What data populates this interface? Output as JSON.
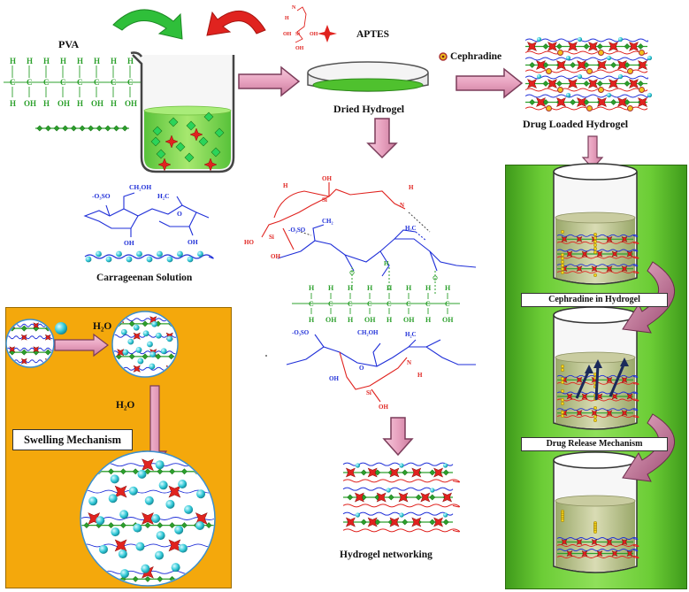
{
  "labels": {
    "pva": "PVA",
    "aptes": "APTES",
    "cephradine": "Cephradine",
    "dried_hydrogel": "Dried Hydrogel",
    "drug_loaded_hydrogel": "Drug Loaded Hydrogel",
    "carrageenan_solution": "Carrageenan Solution",
    "swelling_mechanism": "Swelling Mechanism",
    "h2o_top": "H₂O",
    "h2o_side": "H₂O",
    "cephradine_in_hydrogel": "Cephradine in Hydrogel",
    "drug_release_mechanism": "Drug Release Mechanism",
    "hydrogel_networking": "Hydrogel networking"
  },
  "pva_chain": {
    "top_atoms": [
      "H",
      "H",
      "H",
      "H",
      "H",
      "H",
      "H",
      "H"
    ],
    "carbons": [
      "C",
      "C",
      "C",
      "C",
      "C",
      "C",
      "C",
      "C"
    ],
    "bottom_atoms": [
      "H",
      "OH",
      "H",
      "OH",
      "H",
      "OH",
      "H",
      "OH"
    ]
  },
  "carrageenan_formula": {
    "oso3": "-O₃SO",
    "ch2oh": "CH₂OH",
    "h2c": "H₂C",
    "o": "O",
    "oh1": "OH",
    "oh2": "OH"
  },
  "crosslink": {
    "si_top": "Si",
    "oh_top": "OH",
    "n_top": "N",
    "h_top": "H",
    "h_n": "H",
    "ho_left": "HO",
    "si_left": "Si",
    "oh_left": "OH",
    "oso3_top": "-O₃SO",
    "ch2_mid": "CH₂",
    "h2c_mid": "H₂C",
    "h_mid": "H",
    "oso3_bot": "-O₃SO",
    "ch2oh_bot": "CH₂OH",
    "h2c_bot": "H₂C",
    "n_bot": "N",
    "h_bot": "H",
    "si_bot": "Si",
    "oh_bot": "OH",
    "o_bot": "O",
    "oh_bot2": "OH"
  },
  "aptes_formula": {
    "n": "N",
    "h": "H",
    "si": "Si",
    "oh1": "OH",
    "oh2": "OH",
    "oh3": "OH"
  },
  "colors": {
    "orange_panel": "#f4a80c",
    "green_panel": "#6ccd36",
    "arrow_pink": "#e8a9c4",
    "arrow_green": "#2fbf3a",
    "arrow_red": "#e0231f",
    "pva_green": "#2ca02c",
    "carrageenan_blue": "#1f2fd8",
    "aptes_red": "#e0231f",
    "particle_cyan": "#2fc7d6"
  }
}
